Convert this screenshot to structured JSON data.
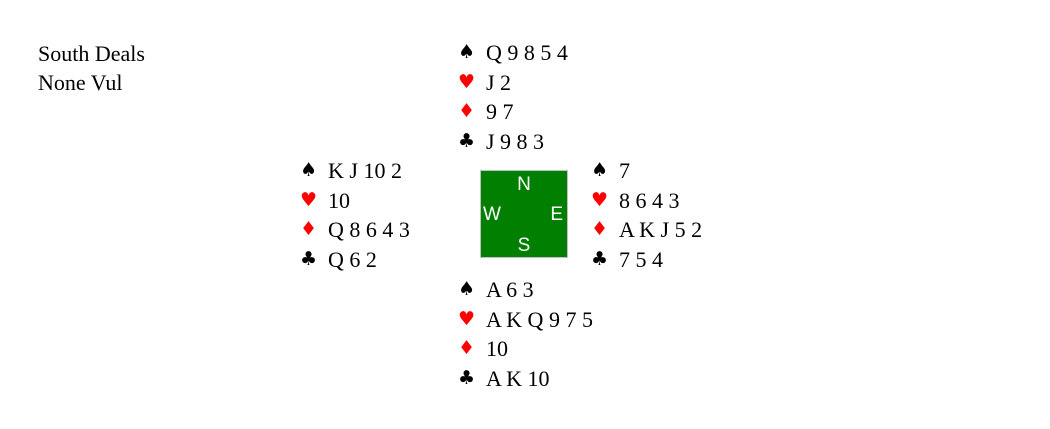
{
  "deal": {
    "dealer": "South Deals",
    "vulnerability": "None Vul"
  },
  "suits": {
    "spade": {
      "symbol": "♠",
      "color": "#000000"
    },
    "heart": {
      "symbol": "♥",
      "color": "#ff0000"
    },
    "diamond": {
      "symbol": "♦",
      "color": "#ff0000"
    },
    "club": {
      "symbol": "♣",
      "color": "#000000"
    }
  },
  "hands": {
    "north": {
      "spades": "Q 9 8 5 4",
      "hearts": "J 2",
      "diamonds": "9 7",
      "clubs": "J 9 8 3"
    },
    "west": {
      "spades": "K J 10 2",
      "hearts": "10",
      "diamonds": "Q 8 6 4 3",
      "clubs": "Q 6 2"
    },
    "east": {
      "spades": "7",
      "hearts": "8 6 4 3",
      "diamonds": "A K J 5 2",
      "clubs": "7 5 4"
    },
    "south": {
      "spades": "A 6 3",
      "hearts": "A K Q 9 7 5",
      "diamonds": "10",
      "clubs": "A K 10"
    }
  },
  "compass": {
    "north": "N",
    "south": "S",
    "east": "E",
    "west": "W",
    "background": "#007f00"
  }
}
